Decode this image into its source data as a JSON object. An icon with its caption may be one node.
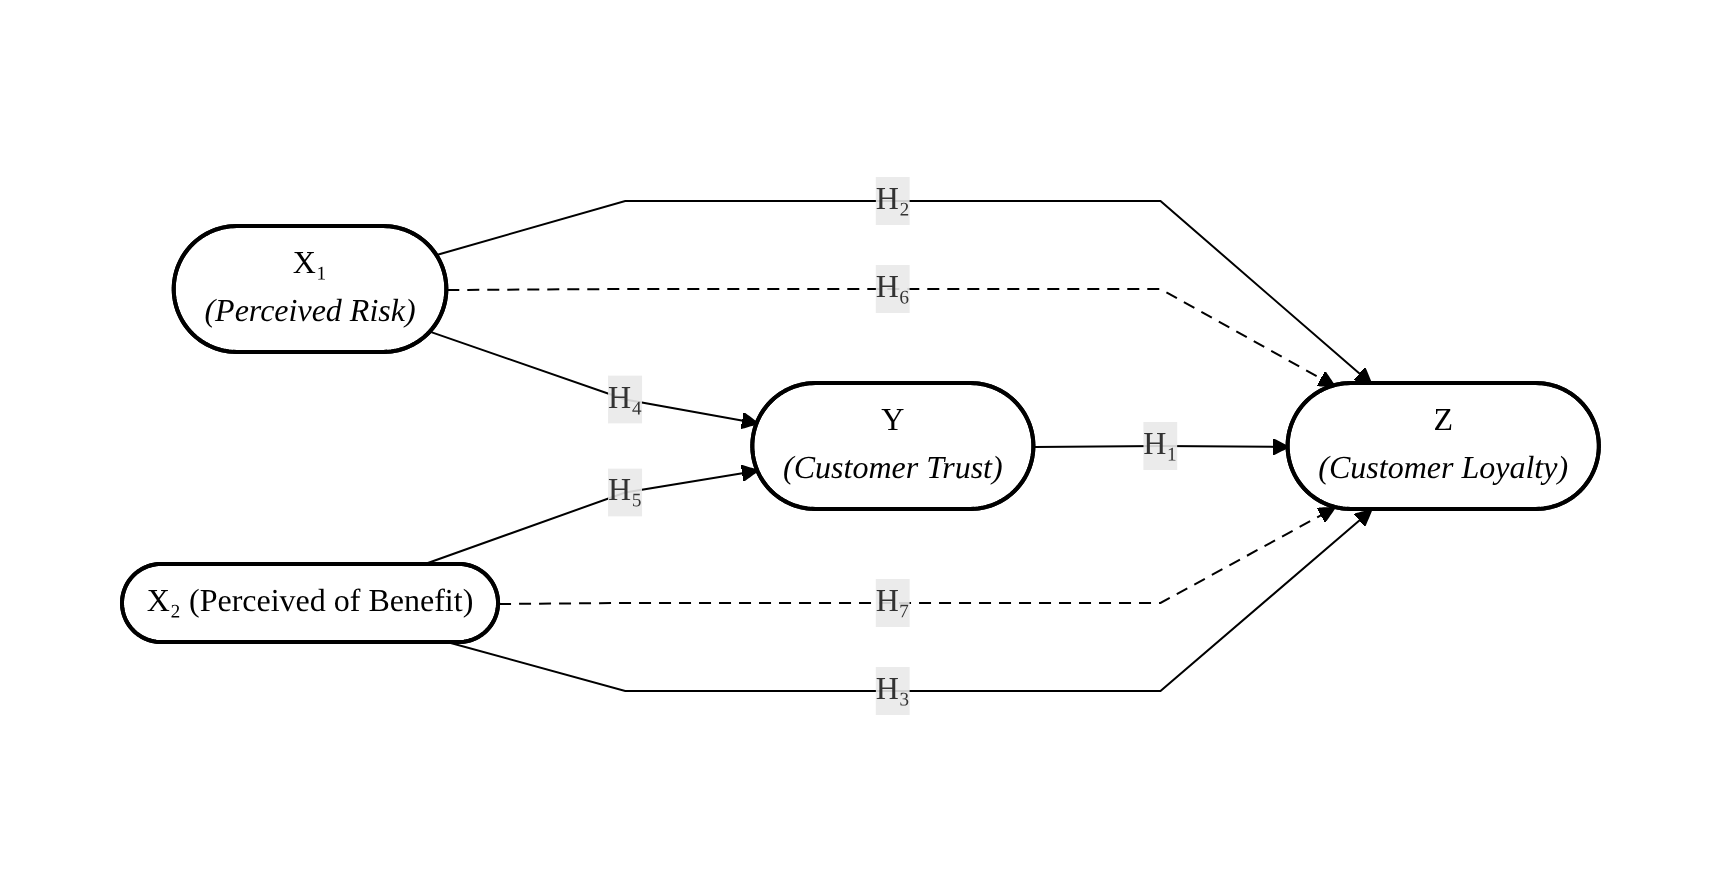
{
  "diagram": {
    "nodes": [
      {
        "text": [
          "X₁",
          "(Perceived Risk)"
        ]
      },
      {
        "text": [
          "Y",
          "(Customer Trust)"
        ]
      },
      {
        "text": [
          "Z",
          "(Customer Loyalty)"
        ]
      },
      {
        "text": [
          "X₂ (Perceived of Benefit)"
        ]
      }
    ],
    "edges": [
      {
        "from": 0,
        "to": 1,
        "arrow": "to",
        "label": "H₄"
      },
      {
        "from": 0,
        "to": 2,
        "arrow": "to",
        "label": "H₂"
      },
      {
        "from": 0,
        "to": 2,
        "arrow": "to",
        "label": "H₆",
        "style": "dashed"
      },
      {
        "from": 1,
        "to": 2,
        "arrow": "to",
        "label": "H₁"
      },
      {
        "from": 3,
        "to": 1,
        "arrow": "to",
        "label": "H₅"
      },
      {
        "from": 3,
        "to": 2,
        "arrow": "to",
        "label": "H₇",
        "style": "dashed"
      },
      {
        "from": 3,
        "to": 2,
        "arrow": "to",
        "label": "H₃"
      }
    ]
  }
}
